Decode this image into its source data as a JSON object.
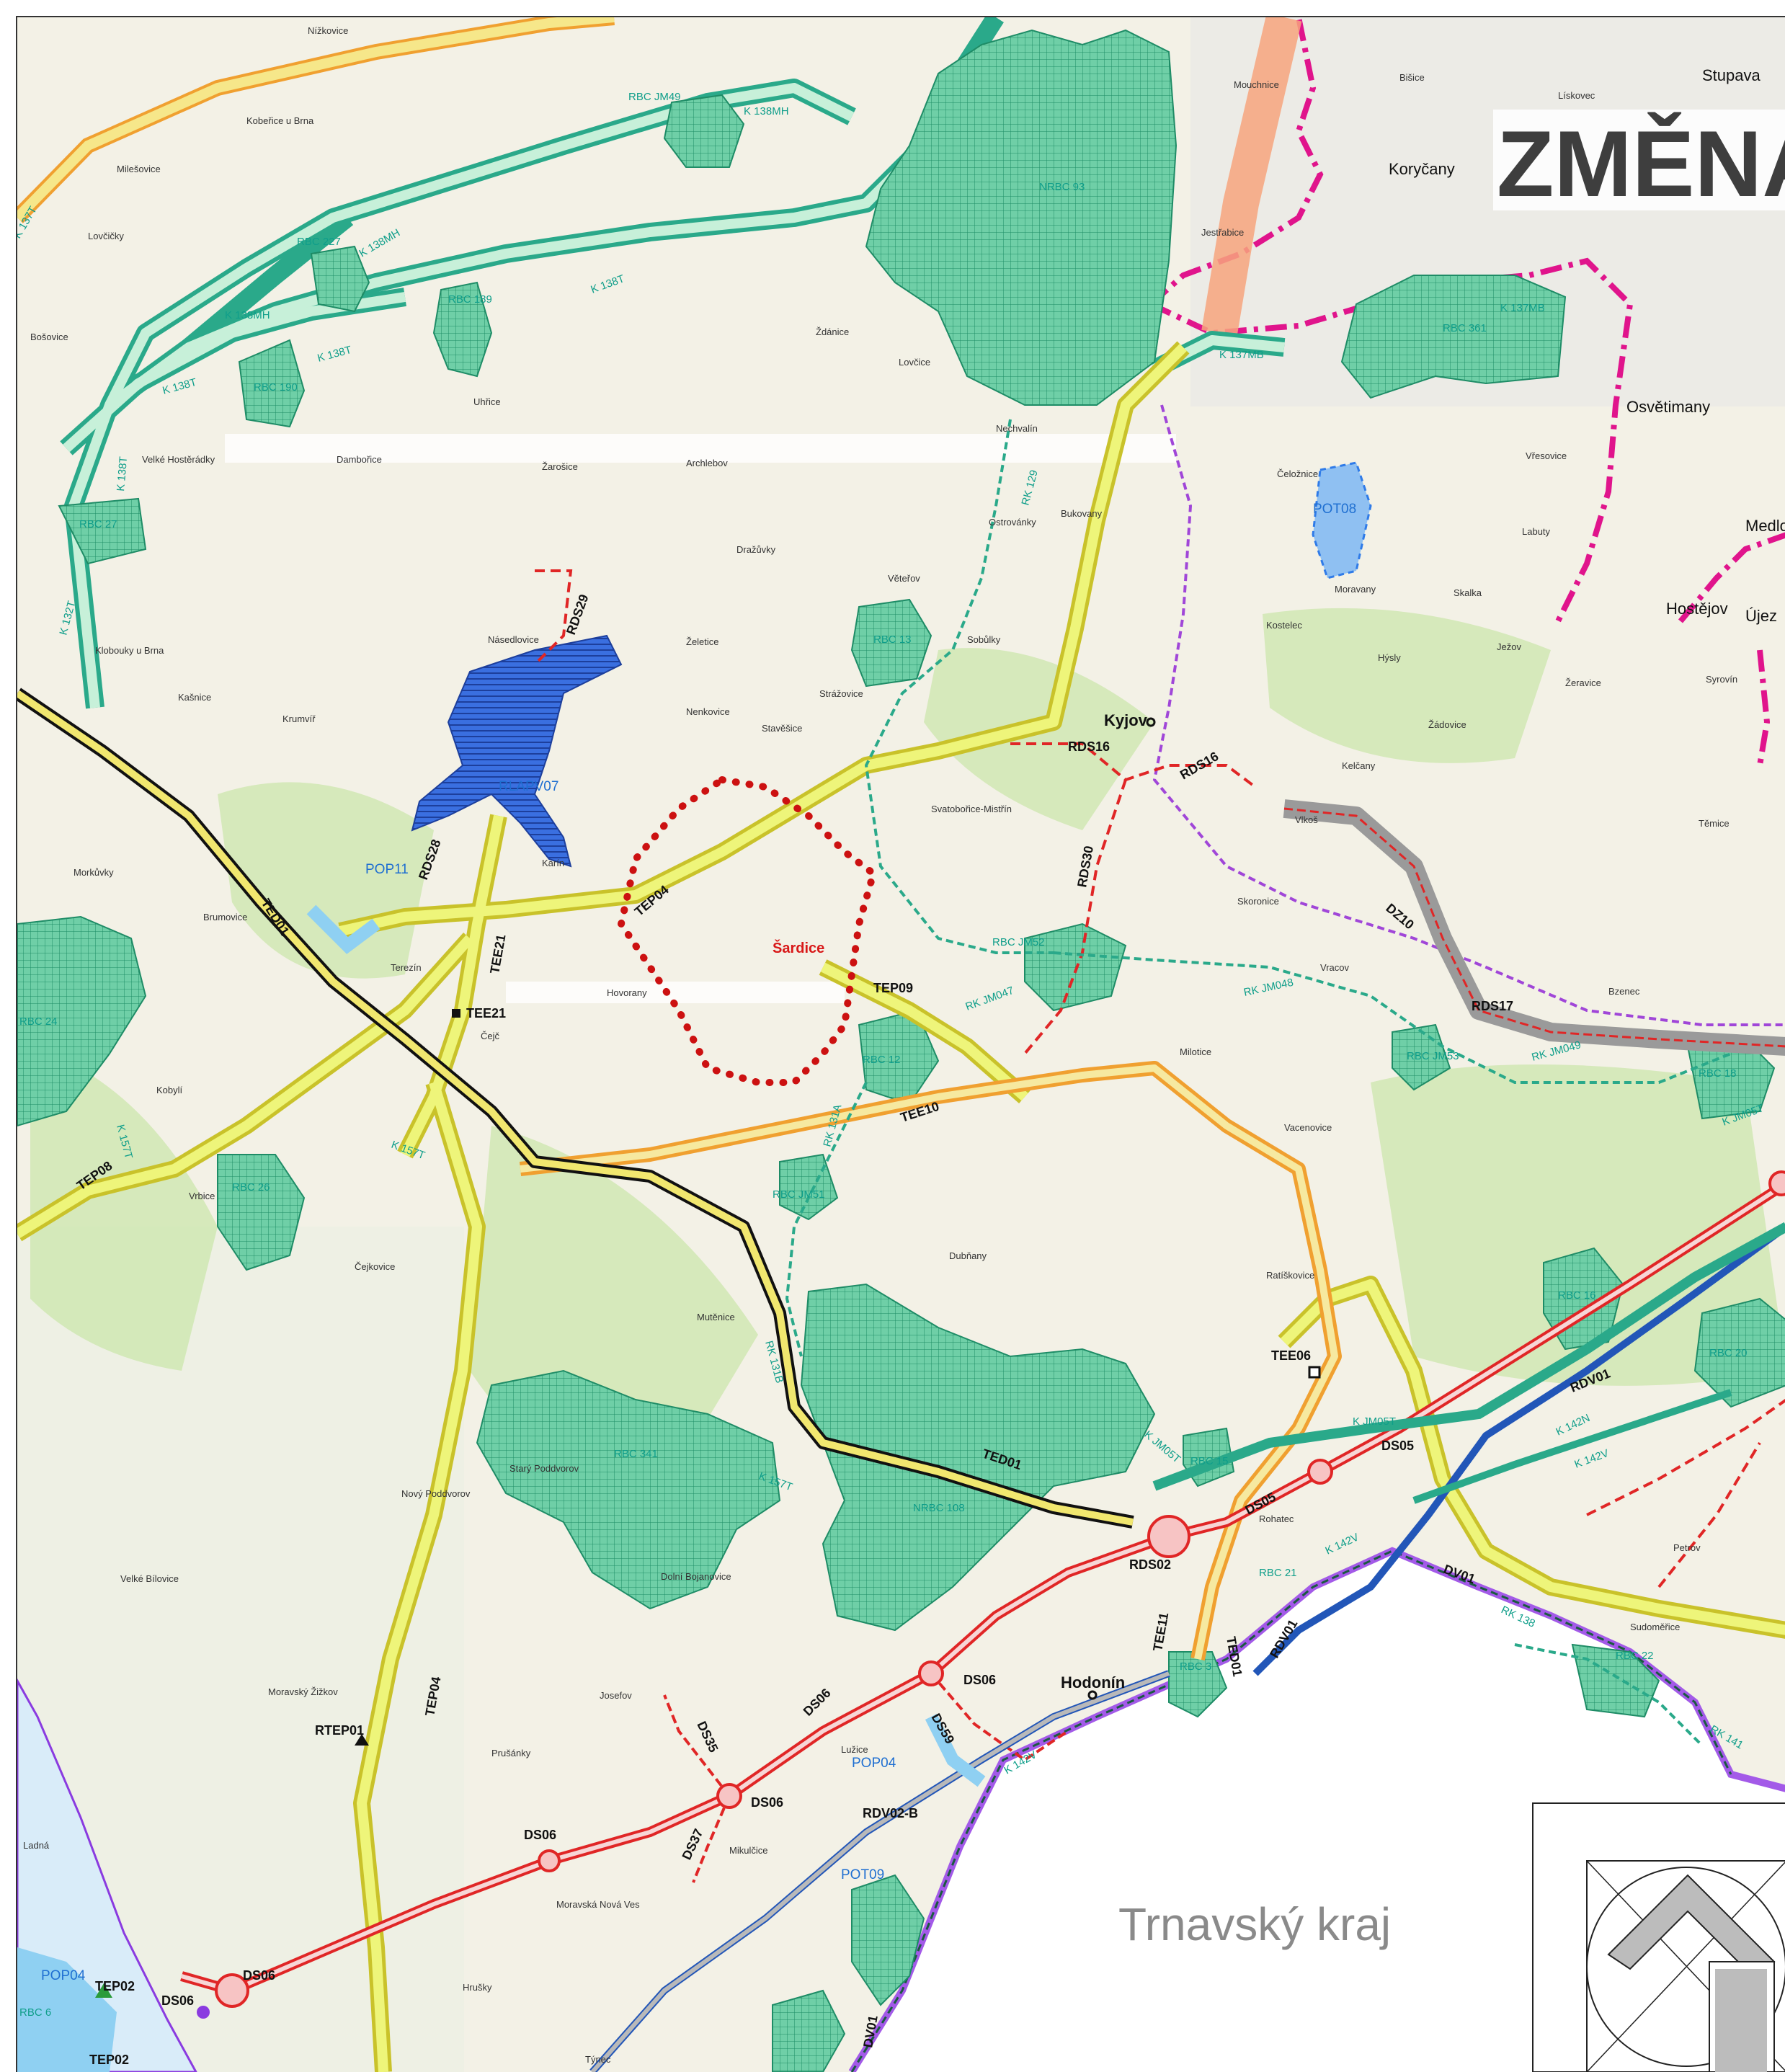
{
  "title": "ZMĚNA",
  "region_label": "Trnavský kraj",
  "colors": {
    "biocorridor": "#2aa98a",
    "biocenter_fill": "#5cc7a0",
    "railway_yellow": "#e8e24a",
    "energy_orange": "#f0a030",
    "transmission_black": "#111111",
    "road_red": "#e02626",
    "region_border": "#e0148c",
    "state_border": "#a35ae8",
    "pipeline_blue": "#2256b8",
    "gray_corridor": "#9a9a9a",
    "water_blue": "#2f7be8"
  },
  "corridors": {
    "ted01_a": "TED01",
    "ted01_b": "TED01",
    "tee21_a": "TEE21",
    "tee21_b": "TEE21",
    "tep04_a": "TEP04",
    "tep04_b": "TEP04",
    "tep08": "TEP08",
    "tep09": "TEP09",
    "tee10": "TEE10",
    "tee06": "TEE06",
    "tee11": "TEE11",
    "rtep01": "RTEP01",
    "tep02_a": "TEP02",
    "tep02_b": "TEP02",
    "rds29": "RDS29",
    "rds28": "RDS28",
    "rds16_a": "RDS16",
    "rds16_b": "RDS16",
    "rds30": "RDS30",
    "rds17": "RDS17",
    "rds02": "RDS02",
    "dz10": "DZ10",
    "ds05_a": "DS05",
    "ds05_b": "DS05",
    "ds06_a": "DS06",
    "ds06_b": "DS06",
    "ds06_c": "DS06",
    "ds06_d": "DS06",
    "ds06_e": "DS06",
    "ds06_f": "DS06",
    "ds35": "DS35",
    "ds37": "DS37",
    "ds59": "DS59",
    "rdv01": "RDV01",
    "rdv02b": "RDV02-B",
    "dv01_a": "DV01",
    "dv01_b": "DV01",
    "ted01_c": "TED01",
    "rlapv07": "RLAPV07",
    "pop11": "POP11",
    "pop04_a": "POP04",
    "pop04_b": "POP04",
    "pot08": "POT08",
    "pot09": "POT09"
  },
  "biocenters": {
    "rbc_jm49": "RBC JM49",
    "k138mh_a": "K 138MH",
    "k138mh_b": "K 138MH",
    "k138mh_c": "K 138MH",
    "nrbc93": "NRBC 93",
    "rbc227": "RBC 227",
    "k138t_a": "K 138T",
    "k138t_b": "K 138T",
    "k138t_c": "K 138T",
    "k138t_d": "K 138T",
    "rbc189": "RBC 189",
    "rbc190": "RBC 190",
    "rbc27": "RBC 27",
    "k132t": "K 132T",
    "k137mb_a": "K 137MB",
    "k137mb_b": "K 137MB",
    "rbc361": "RBC 361",
    "rk129": "RK 129",
    "rbc13": "RBC 13",
    "rbc24": "RBC 24",
    "rbc26": "RBC 26",
    "k157t_a": "K 157T",
    "k157t_b": "K 157T",
    "rbc12": "RBC 12",
    "rbc_jm52": "RBC JM52",
    "rk_jm047": "RK JM047",
    "rk_jm048": "RK JM048",
    "rk_jm049": "RK JM049",
    "rbc_jm53": "RBC JM53",
    "rbc18": "RBC 18",
    "k_jm05t_a": "K JM05T",
    "k_jm05t_b": "K JM05T",
    "k_jm05t_c": "K JM05T",
    "rk131a": "RK 131A",
    "rk131b": "RK 131B",
    "rbc_jm51": "RBC JM51",
    "rbc341": "RBC 341",
    "nrbc108": "NRBC 108",
    "rbc15": "RBC 15",
    "rbc16": "RBC 16",
    "rbc20": "RBC 20",
    "k142n": "K 142N",
    "k142v_a": "K 142V",
    "k142v_b": "K 142V",
    "k142v_c": "K 142V",
    "rbc21": "RBC 21",
    "rbc3": "RBC 3",
    "rk138": "RK 138",
    "rbc22": "RBC 22",
    "rk141": "RK 141",
    "k137t": "K 137T",
    "k157t_c": "K 157T",
    "rbc6": "RBC 6"
  },
  "places": {
    "kyjov": "Kyjov",
    "hodonin": "Hodonín",
    "sardice": "Šardice",
    "korycany": "Koryčany",
    "osvetimany": "Osvětimany",
    "stupava": "Stupava",
    "hostejov": "Hostějov",
    "ujezd": "Újez",
    "medlo": "Medlo",
    "nizkovice": "Nížkovice",
    "kobelice": "Kobeřice u Brna",
    "milesovice": "Milešovice",
    "lovcicky": "Lovčičky",
    "bosovice": "Bošovice",
    "velke_hostehradky": "Velké Hostěrádky",
    "damborice": "Dambořice",
    "zarosice": "Žarošice",
    "archlebov": "Archlebov",
    "uhrice": "Uhřice",
    "zdanice": "Ždánice",
    "lovcice": "Lovčice",
    "nechvalin": "Nechvalín",
    "mouchnice": "Mouchnice",
    "bisice": "Bišice",
    "liskovec": "Lískovec",
    "jestrabice": "Jestřabice",
    "celoznice": "Čeložnice",
    "vresovice": "Vřesovice",
    "labuty": "Labuty",
    "bukovany": "Bukovany",
    "ostrovanky": "Ostrovánky",
    "drazuvky": "Dražůvky",
    "veterov": "Věteřov",
    "sobulky": "Sobůlky",
    "moravany": "Moravany",
    "kostelec": "Kostelec",
    "skalka": "Skalka",
    "hysly": "Hýsly",
    "jezov": "Ježov",
    "nasedlovice": "Násedlovice",
    "zeletice": "Želetice",
    "strazovice": "Strážovice",
    "nenkovice": "Nenkovice",
    "stavesice": "Stavěšice",
    "klobouky": "Klobouky u Brna",
    "kasnice": "Kašnice",
    "krumvir": "Krumvíř",
    "syrovin": "Syrovín",
    "zerovice": "Žeravice",
    "zadovice": "Žádovice",
    "kelcany": "Kelčany",
    "svatoborice": "Svatobořice-Mistřín",
    "vikos": "Vlkoš",
    "skoronice": "Skoronice",
    "vracov": "Vracov",
    "bzenec": "Bzenec",
    "temice": "Těmice",
    "morkuvky": "Morkůvky",
    "brumovice": "Brumovice",
    "karin": "Karín",
    "terezin": "Terezín",
    "hovorany": "Hovorany",
    "cejc": "Čejč",
    "milotice": "Milotice",
    "kobyli": "Kobylí",
    "vrbice": "Vrbice",
    "vacenovice": "Vacenovice",
    "cejkovice": "Čejkovice",
    "dubnany": "Dubňany",
    "ratiskovice": "Ratíškovice",
    "mutenice": "Mutěnice",
    "stary_poddvorov": "Starý Poddvorov",
    "novy_poddvorov": "Nový Poddvorov",
    "velke_bilovice": "Velké Bílovice",
    "dolni_bojanovice": "Dolní Bojanovice",
    "rohatec": "Rohatec",
    "petrov": "Petrov",
    "sudomerice": "Sudoměřice",
    "moravsky_zizkov": "Moravský Žižkov",
    "josefov": "Josefov",
    "prusanky": "Prušánky",
    "luzice": "Lužice",
    "mikulcice": "Mikulčice",
    "moravska_nova_ves": "Moravská Nová Ves",
    "hrusky": "Hrušky",
    "ladna": "Ladná",
    "tynec": "Týnec"
  }
}
